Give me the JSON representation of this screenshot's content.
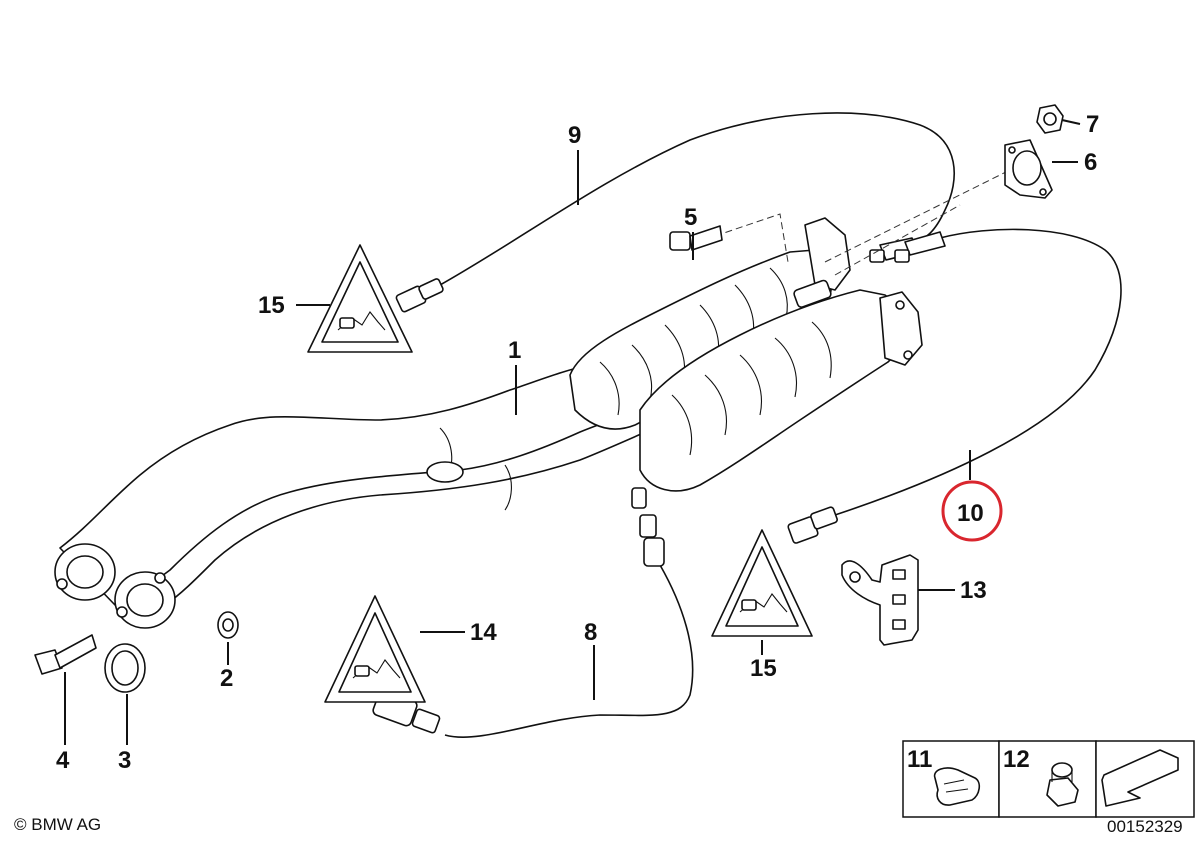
{
  "callouts": {
    "p1": "1",
    "p2": "2",
    "p3": "3",
    "p4": "4",
    "p5": "5",
    "p6": "6",
    "p7": "7",
    "p8": "8",
    "p9": "9",
    "p10": "10",
    "p13": "13",
    "p14": "14",
    "p15a": "15",
    "p15b": "15"
  },
  "legend": {
    "item11": "11",
    "item12": "12"
  },
  "footer": {
    "copyright": "© BMW AG",
    "diagram_number": "00152329"
  },
  "colors": {
    "highlight": "#d9262e",
    "ink": "#111111"
  },
  "icons": [
    "warning-sensor-triangle-icon",
    "exhaust-arrow-icon",
    "clip-icon",
    "nut-icon"
  ]
}
